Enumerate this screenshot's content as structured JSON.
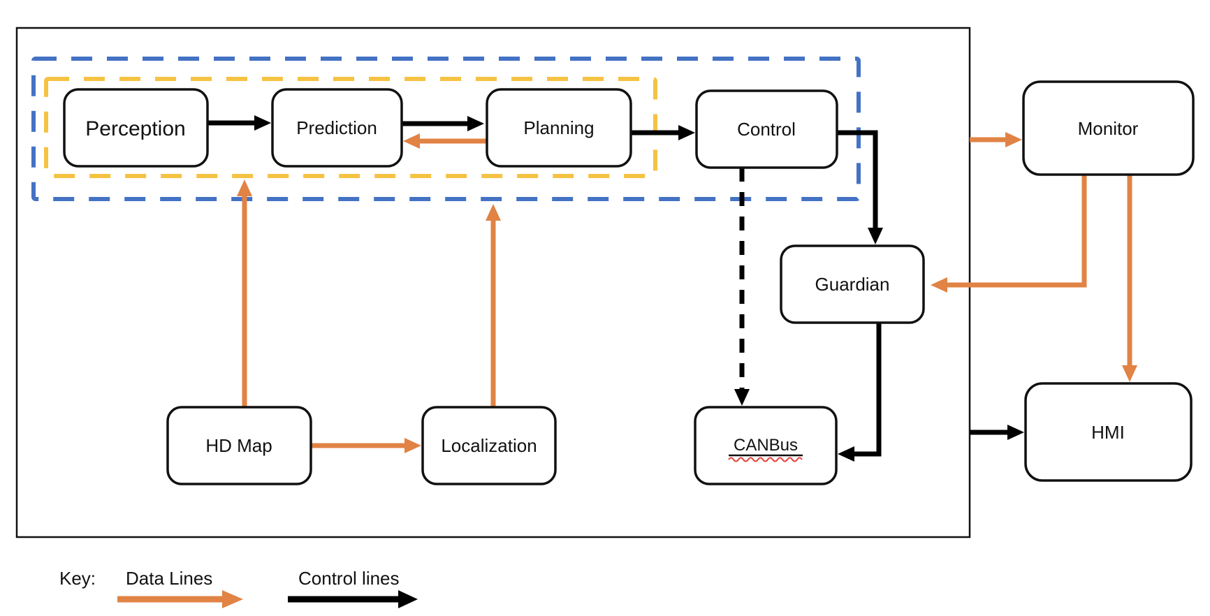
{
  "diagram": {
    "title_hint": "autonomous-driving-software-architecture",
    "nodes": {
      "perception": {
        "label": "Perception"
      },
      "prediction": {
        "label": "Prediction"
      },
      "planning": {
        "label": "Planning"
      },
      "control": {
        "label": "Control"
      },
      "monitor": {
        "label": "Monitor"
      },
      "guardian": {
        "label": "Guardian"
      },
      "canbus": {
        "label": "CANBus",
        "spellcheck_underline": true
      },
      "hdmap": {
        "label": "HD Map"
      },
      "localization": {
        "label": "Localization"
      },
      "hmi": {
        "label": "HMI"
      }
    },
    "groups": {
      "blue_dashed": {
        "members": [
          "perception",
          "prediction",
          "planning",
          "control"
        ]
      },
      "yellow_dashed": {
        "members": [
          "perception",
          "prediction",
          "planning"
        ]
      }
    },
    "connections": [
      {
        "from": "perception",
        "to": "prediction",
        "type": "control",
        "style": "solid"
      },
      {
        "from": "prediction",
        "to": "planning",
        "type": "control",
        "style": "solid"
      },
      {
        "from": "planning",
        "to": "control",
        "type": "control",
        "style": "solid"
      },
      {
        "from": "control",
        "to": "guardian",
        "type": "control",
        "style": "solid"
      },
      {
        "from": "control",
        "to": "canbus",
        "type": "control",
        "style": "dashed"
      },
      {
        "from": "guardian",
        "to": "canbus",
        "type": "control",
        "style": "solid"
      },
      {
        "from": "system",
        "to": "hmi",
        "type": "control",
        "style": "solid"
      },
      {
        "from": "planning",
        "to": "prediction",
        "type": "data",
        "style": "solid"
      },
      {
        "from": "hdmap",
        "to": "perception",
        "type": "data",
        "style": "solid"
      },
      {
        "from": "hdmap",
        "to": "localization",
        "type": "data",
        "style": "solid"
      },
      {
        "from": "localization",
        "to": "planning",
        "type": "data",
        "style": "solid"
      },
      {
        "from": "system",
        "to": "monitor",
        "type": "data",
        "style": "solid"
      },
      {
        "from": "monitor",
        "to": "guardian",
        "type": "data",
        "style": "solid"
      },
      {
        "from": "monitor",
        "to": "hmi",
        "type": "data",
        "style": "solid"
      }
    ],
    "key": {
      "title": "Key:",
      "data_lines_label": "Data Lines",
      "control_lines_label": "Control lines"
    },
    "colors": {
      "data_line": "#E08344",
      "control_line": "#000000",
      "blue_group_border": "#4472C4",
      "yellow_group_border": "#F5C242",
      "spellcheck_underline": "#E8443C",
      "node_fill": "#FFFFFF",
      "node_border": "#111111"
    }
  }
}
